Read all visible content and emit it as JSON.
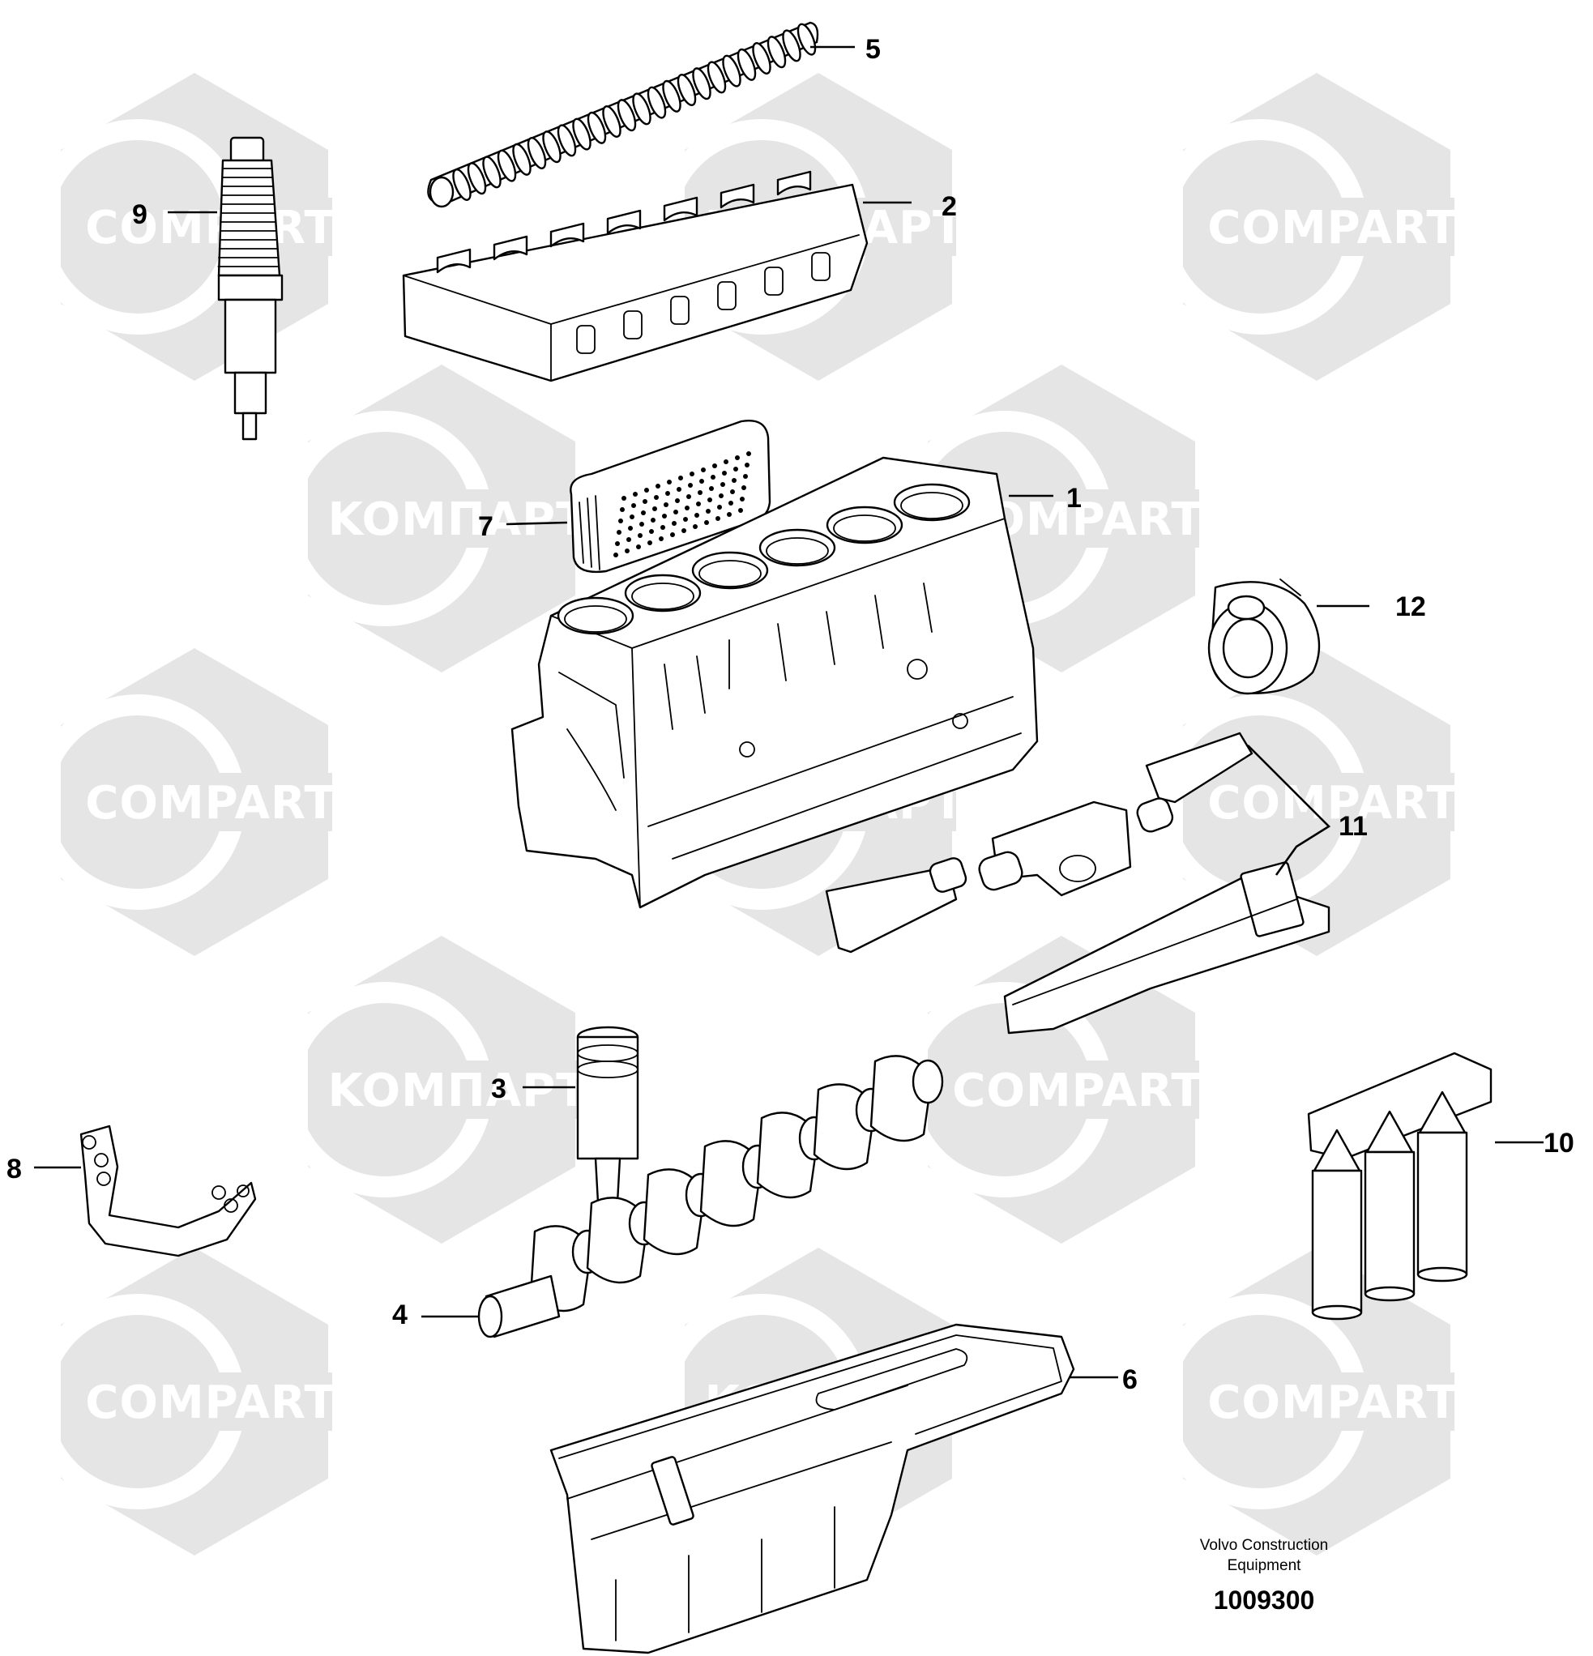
{
  "watermark": {
    "labels": [
      "KOMПАРТ",
      "COMPART"
    ],
    "color": "#e5e5e5"
  },
  "callouts": [
    "1",
    "2",
    "3",
    "4",
    "5",
    "6",
    "7",
    "8",
    "9",
    "10",
    "11",
    "12"
  ],
  "credit": {
    "line1": "Volvo Construction",
    "line2": "Equipment"
  },
  "document_number": "1009300"
}
